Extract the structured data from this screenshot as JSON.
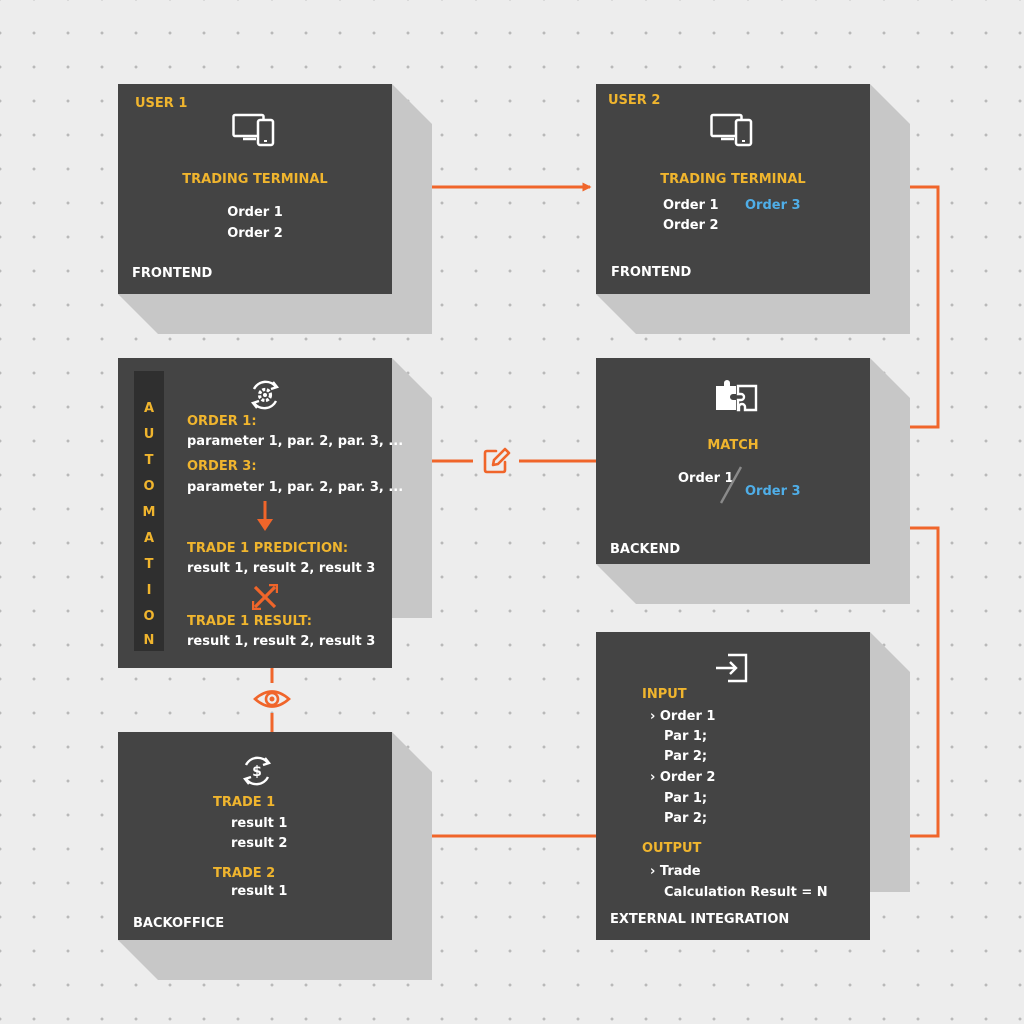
{
  "blocks": {
    "frontend1": {
      "user": "USER 1",
      "title": "TRADING TERMINAL",
      "orders": [
        "Order 1",
        "Order 2"
      ],
      "footer": "FRONTEND"
    },
    "frontend2": {
      "user": "USER 2",
      "title": "TRADING TERMINAL",
      "orders": [
        "Order 1",
        "Order 2"
      ],
      "highlight": "Order 3",
      "footer": "FRONTEND"
    },
    "backend": {
      "title": "MATCH",
      "left_order": "Order 1",
      "right_order": "Order 3",
      "footer": "BACKEND"
    },
    "automation": {
      "vertical_label": [
        "A",
        "U",
        "T",
        "O",
        "M",
        "A",
        "T",
        "I",
        "O",
        "N"
      ],
      "order1_title": "ORDER 1:",
      "order1_params": "parameter 1, par. 2, par. 3, ...",
      "order3_title": "ORDER 3:",
      "order3_params": "parameter 1, par. 2, par. 3, ...",
      "prediction_title": "TRADE 1 PREDICTION:",
      "prediction_values": "result 1, result 2, result 3",
      "result_title": "TRADE 1 RESULT:",
      "result_values": "result 1, result 2, result 3"
    },
    "integration": {
      "input_label": "INPUT",
      "input_lines": [
        "› Order 1",
        "Par 1;",
        "Par 2;",
        "› Order 2",
        "Par 1;",
        "Par 2;"
      ],
      "output_label": "OUTPUT",
      "output_lines": [
        "› Trade",
        "Calculation Result = N"
      ],
      "footer": "EXTERNAL INTEGRATION"
    },
    "backoffice": {
      "trade1_title": "TRADE 1",
      "trade1_results": [
        "result 1",
        "result 2"
      ],
      "trade2_title": "TRADE 2",
      "trade2_results": [
        "result 1"
      ],
      "footer": "BACKOFFICE"
    }
  },
  "icons": {
    "device": "devices-icon",
    "automation": "gear-cycle-icon",
    "backend": "puzzle-icon",
    "edit": "edit-icon",
    "eye": "eye-icon",
    "integration": "sign-in-icon",
    "backoffice": "dollar-cycle-icon",
    "flow_down": "arrow-down-icon",
    "mismatch": "cross-icon"
  },
  "colors": {
    "block": "#444444",
    "extrusion": "#c7c7c7",
    "background": "#ededed",
    "accent": "#f0652a",
    "label_yellow": "#f0b52e",
    "highlight_blue": "#4faee8",
    "text": "#ffffff"
  }
}
